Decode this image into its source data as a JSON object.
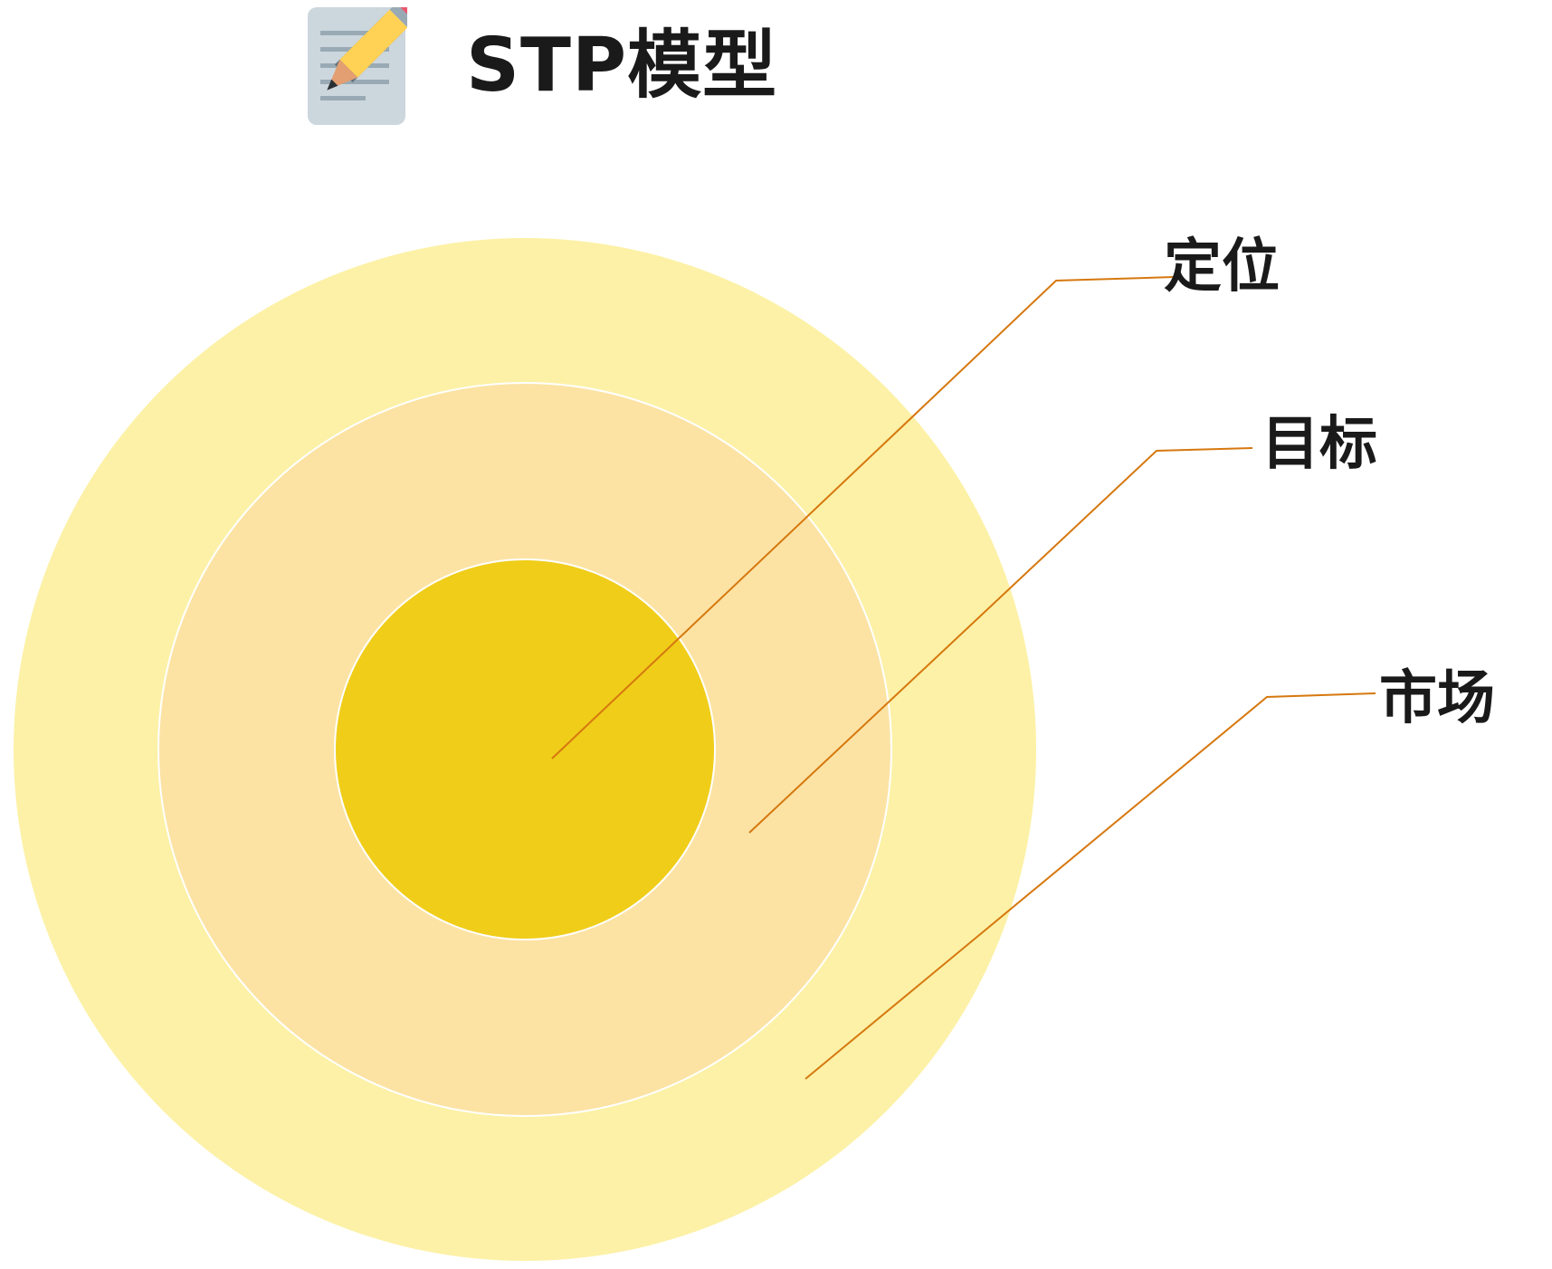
{
  "header": {
    "title": "STP模型",
    "icon": "memo-pencil-icon"
  },
  "diagram": {
    "type": "concentric-circles",
    "rings": [
      {
        "label": "市场",
        "color": "#fcf1a6",
        "level": "outer"
      },
      {
        "label": "目标",
        "color": "#fce3a4",
        "level": "middle"
      },
      {
        "label": "定位",
        "color": "#f0cd19",
        "level": "inner"
      }
    ],
    "leader_color": "#d6780f"
  }
}
